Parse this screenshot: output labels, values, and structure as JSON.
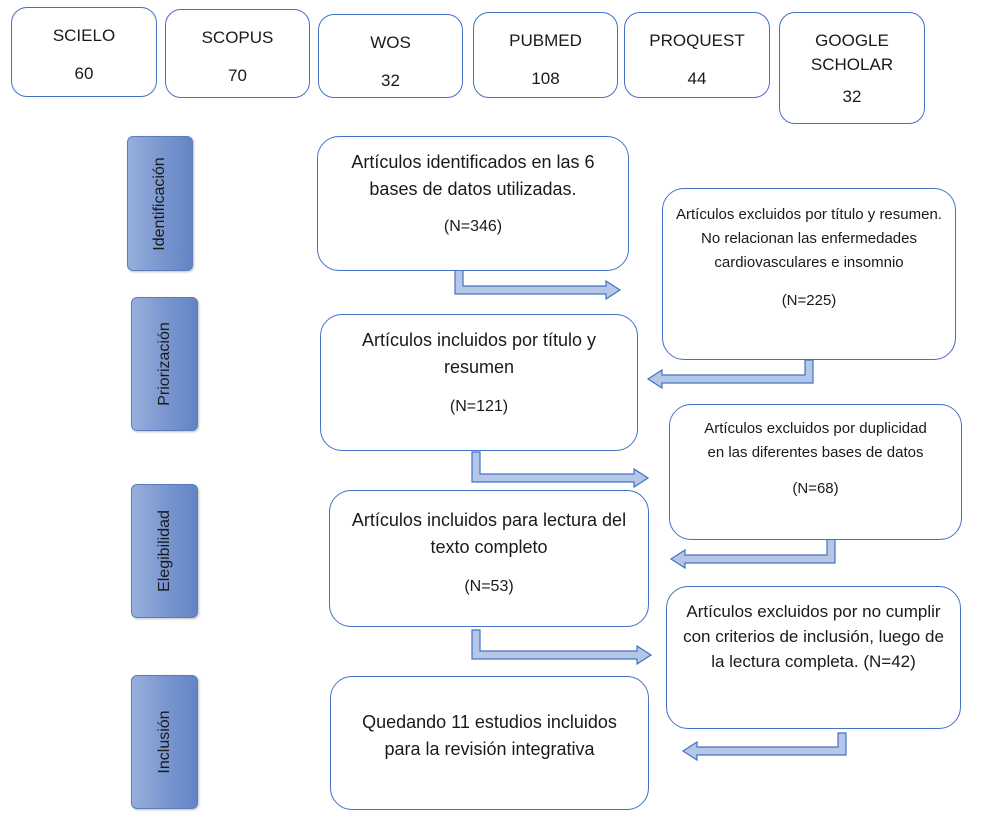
{
  "sources": [
    {
      "name": "SCIELO",
      "count": "60"
    },
    {
      "name": "SCOPUS",
      "count": "70"
    },
    {
      "name": "WOS",
      "count": "32"
    },
    {
      "name": "PUBMED",
      "count": "108"
    },
    {
      "name": "PROQUEST",
      "count": "44"
    },
    {
      "name": "GOOGLE\nSCHOLAR",
      "count": "32"
    }
  ],
  "phases": {
    "identificacion": "Identificación",
    "priorizacion": "Priorización",
    "elegibilidad": "Elegibilidad",
    "inclusion": "Inclusión"
  },
  "boxes": {
    "identified": {
      "text": "Artículos identificados en las 6 bases de datos utilizadas.",
      "n": "(N=346)"
    },
    "excluded_title": {
      "text": "Artículos excluidos por título y resumen. No relacionan las enfermedades cardiovasculares e insomnio",
      "n": "(N=225)"
    },
    "included_title": {
      "text": "Artículos incluidos por título y resumen",
      "n": "(N=121)"
    },
    "excluded_duplicates": {
      "text": "Artículos excluidos por duplicidad en las diferentes bases de datos",
      "n": "(N=68)"
    },
    "included_fulltext": {
      "text": "Artículos incluidos para lectura del texto completo",
      "n": "(N=53)"
    },
    "excluded_criteria": {
      "text": "Artículos excluidos por no cumplir con criterios de inclusión, luego de la lectura completa. (N=42)"
    },
    "final": {
      "text": "Quedando 11 estudios incluidos para la revisión integrativa"
    }
  },
  "colors": {
    "border": "#4472c4",
    "arrow_fill": "#b4c7e7",
    "label_fill": "#7b97cf"
  }
}
